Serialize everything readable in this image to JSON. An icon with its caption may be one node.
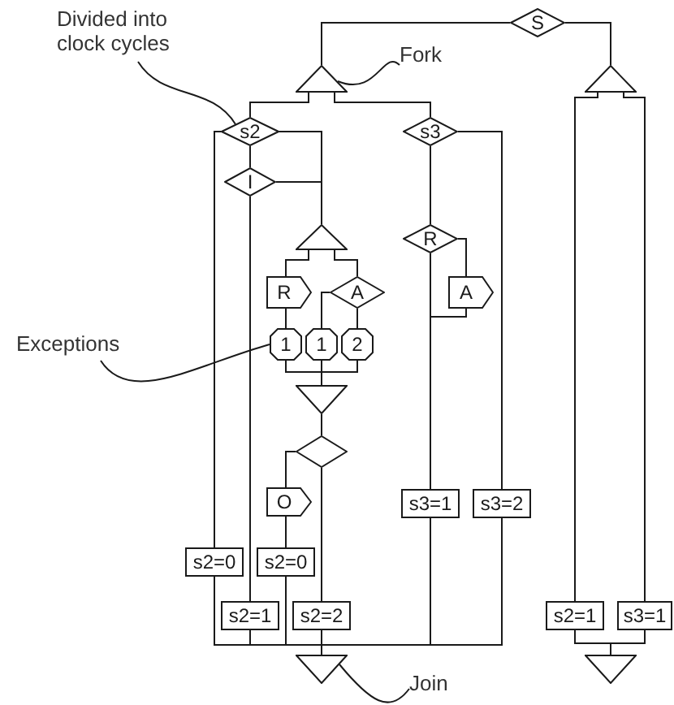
{
  "diagram": {
    "nodes": [
      {
        "text": [
          "S"
        ]
      },
      {
        "text": [],
        "shape": "triangle"
      },
      {
        "text": [],
        "shape": "triangle"
      },
      {
        "text": [
          "s2"
        ]
      },
      {
        "text": [
          "s3"
        ]
      },
      {
        "text": [
          "I"
        ]
      },
      {
        "text": [],
        "shape": "triangle"
      },
      {
        "text": [
          "R"
        ]
      },
      {
        "text": [
          "A"
        ]
      },
      {
        "text": [
          "1"
        ]
      },
      {
        "text": [
          "1"
        ]
      },
      {
        "text": [
          "2"
        ]
      },
      {
        "text": [],
        "shape": "triangle"
      },
      {
        "text": [],
        "shape": "diamond"
      },
      {
        "text": [
          "O"
        ]
      },
      {
        "text": [
          "s2=0"
        ]
      },
      {
        "text": [
          "s2=0"
        ]
      },
      {
        "text": [
          "s2=1"
        ]
      },
      {
        "text": [
          "s2=2"
        ]
      },
      {
        "text": [
          "R"
        ]
      },
      {
        "text": [
          "A"
        ]
      },
      {
        "text": [
          "s3=1"
        ]
      },
      {
        "text": [
          "s3=2"
        ]
      },
      {
        "text": [
          "s2=1"
        ]
      },
      {
        "text": [
          "s3=1"
        ]
      },
      {
        "text": [],
        "shape": "triangle"
      },
      {
        "text": [],
        "shape": "triangle"
      },
      {
        "text": [
          "Divided into clock cycles"
        ]
      },
      {
        "text": [
          "Exceptions"
        ]
      },
      {
        "text": [
          "Fork"
        ]
      },
      {
        "text": [
          "Join"
        ]
      }
    ],
    "edges": [
      {
        "from": 0,
        "to": 1,
        "arrow": "none"
      },
      {
        "from": 0,
        "to": 2,
        "arrow": "none"
      },
      {
        "from": 1,
        "to": 3,
        "arrow": "none"
      },
      {
        "from": 1,
        "to": 4,
        "arrow": "none"
      },
      {
        "from": 3,
        "to": 5,
        "arrow": "none"
      },
      {
        "from": 3,
        "to": 15,
        "arrow": "none"
      },
      {
        "from": 3,
        "to": 6,
        "arrow": "none"
      },
      {
        "from": 5,
        "to": 6,
        "arrow": "none"
      },
      {
        "from": 5,
        "to": 17,
        "arrow": "none"
      },
      {
        "from": 6,
        "to": 7,
        "arrow": "none"
      },
      {
        "from": 6,
        "to": 8,
        "arrow": "none"
      },
      {
        "from": 7,
        "to": 9,
        "arrow": "none"
      },
      {
        "from": 8,
        "to": 10,
        "arrow": "none"
      },
      {
        "from": 8,
        "to": 11,
        "arrow": "none"
      },
      {
        "from": 9,
        "to": 12,
        "arrow": "none"
      },
      {
        "from": 10,
        "to": 12,
        "arrow": "none"
      },
      {
        "from": 11,
        "to": 12,
        "arrow": "none"
      },
      {
        "from": 12,
        "to": 13,
        "arrow": "none"
      },
      {
        "from": 13,
        "to": 14,
        "arrow": "none"
      },
      {
        "from": 14,
        "to": 16,
        "arrow": "none"
      },
      {
        "from": 13,
        "to": 18,
        "arrow": "none"
      },
      {
        "from": 15,
        "to": 25,
        "arrow": "none"
      },
      {
        "from": 16,
        "to": 25,
        "arrow": "none"
      },
      {
        "from": 17,
        "to": 25,
        "arrow": "none"
      },
      {
        "from": 18,
        "to": 25,
        "arrow": "none"
      },
      {
        "from": 4,
        "to": 19,
        "arrow": "none"
      },
      {
        "from": 4,
        "to": 22,
        "arrow": "none"
      },
      {
        "from": 19,
        "to": 21,
        "arrow": "none"
      },
      {
        "from": 19,
        "to": 20,
        "arrow": "none"
      },
      {
        "from": 20,
        "to": 21,
        "arrow": "none"
      },
      {
        "from": 21,
        "to": 25,
        "arrow": "none"
      },
      {
        "from": 22,
        "to": 25,
        "arrow": "none"
      },
      {
        "from": 2,
        "to": 23,
        "arrow": "none"
      },
      {
        "from": 2,
        "to": 24,
        "arrow": "none"
      },
      {
        "from": 23,
        "to": 26,
        "arrow": "none"
      },
      {
        "from": 24,
        "to": 26,
        "arrow": "none"
      },
      {
        "from": 27,
        "to": 3,
        "arrow": "none"
      },
      {
        "from": 28,
        "to": 9,
        "arrow": "none"
      },
      {
        "from": 29,
        "to": 1,
        "arrow": "none"
      },
      {
        "from": 30,
        "to": 25,
        "arrow": "none"
      }
    ]
  }
}
